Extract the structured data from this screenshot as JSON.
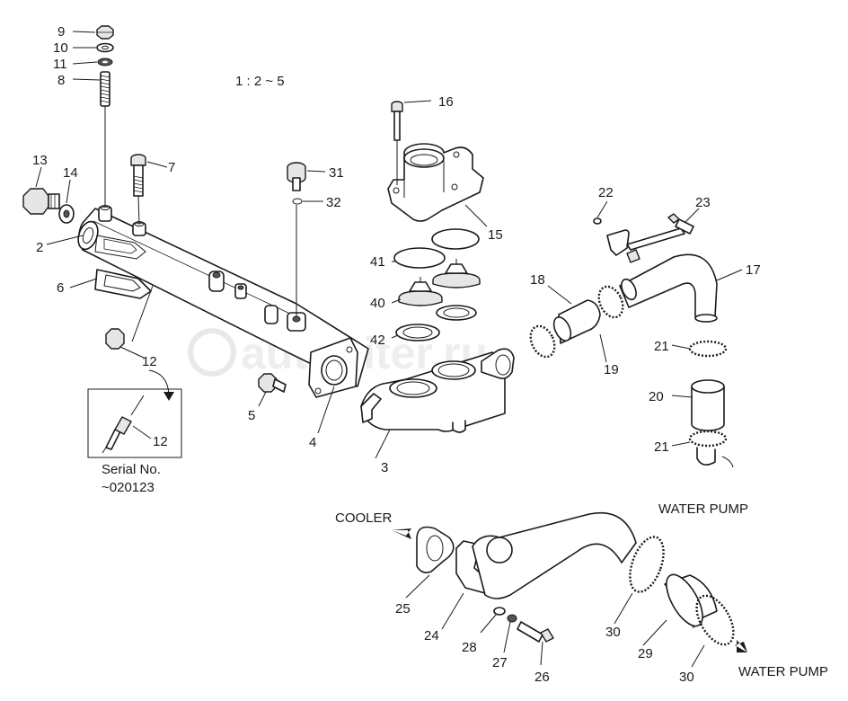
{
  "ratio_label": "1 : 2 ~ 5",
  "watermark": "autopiter.ru",
  "serial_note": {
    "line1": "Serial No.",
    "line2": "~020123"
  },
  "text_labels": {
    "cooler": "COOLER",
    "water_pump_upper": "WATER PUMP",
    "water_pump_lower": "WATER PUMP"
  },
  "parts": {
    "p2": "2",
    "p3": "3",
    "p4": "4",
    "p5": "5",
    "p6": "6",
    "p7": "7",
    "p8": "8",
    "p9": "9",
    "p10": "10",
    "p11": "11",
    "p12": "12",
    "p12b": "12",
    "p13": "13",
    "p14": "14",
    "p15": "15",
    "p16": "16",
    "p17": "17",
    "p18": "18",
    "p19": "19",
    "p20": "20",
    "p21a": "21",
    "p21b": "21",
    "p22": "22",
    "p23": "23",
    "p24": "24",
    "p25": "25",
    "p26": "26",
    "p27": "27",
    "p28": "28",
    "p29": "29",
    "p30a": "30",
    "p30b": "30",
    "p31": "31",
    "p32": "32",
    "p40": "40",
    "p41": "41",
    "p42": "42"
  }
}
